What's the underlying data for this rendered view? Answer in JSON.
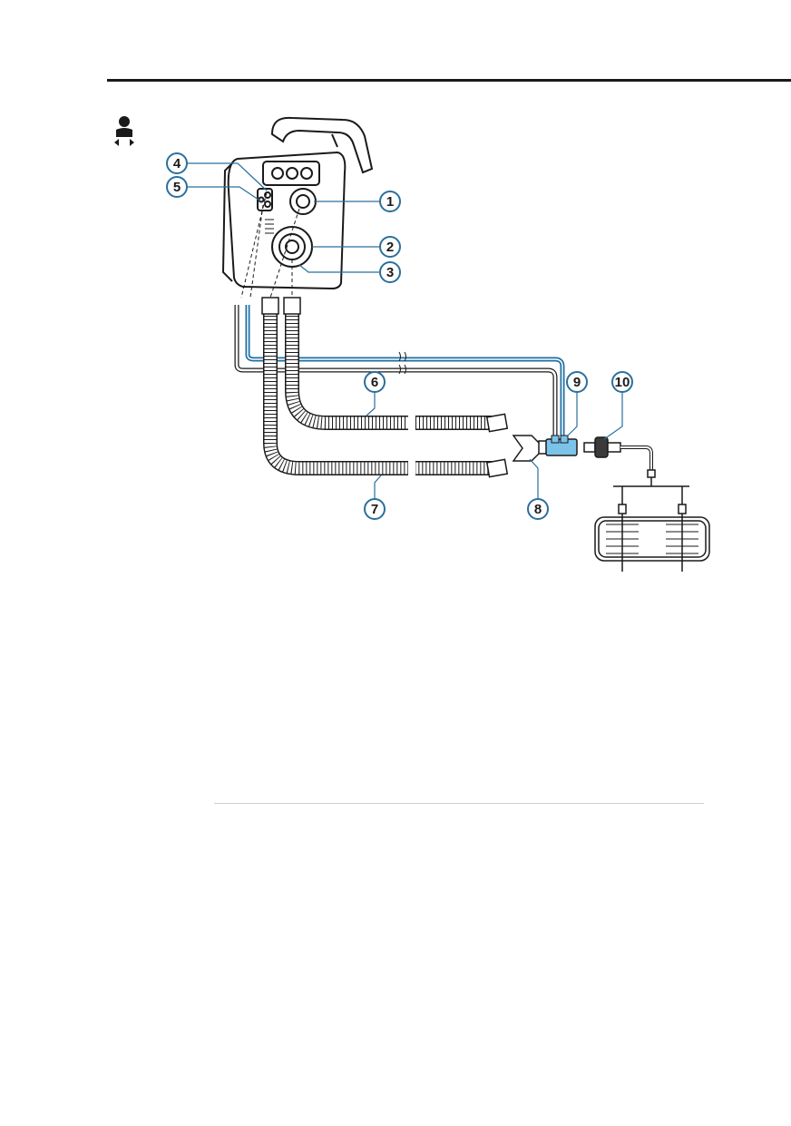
{
  "colors": {
    "accent_blue": "#1f6fa3",
    "light_blue": "#7cc3ea",
    "outline": "#1a1a1a",
    "hose_fill": "#ffffff"
  },
  "icons": {
    "patient_group": "neonatal-infant-icon"
  },
  "callouts": [
    {
      "id": "1",
      "label": "1"
    },
    {
      "id": "2",
      "label": "2"
    },
    {
      "id": "3",
      "label": "3"
    },
    {
      "id": "4",
      "label": "4"
    },
    {
      "id": "5",
      "label": "5"
    },
    {
      "id": "6",
      "label": "6"
    },
    {
      "id": "7",
      "label": "7"
    },
    {
      "id": "8",
      "label": "8"
    },
    {
      "id": "9",
      "label": "9"
    },
    {
      "id": "10",
      "label": "10"
    }
  ]
}
